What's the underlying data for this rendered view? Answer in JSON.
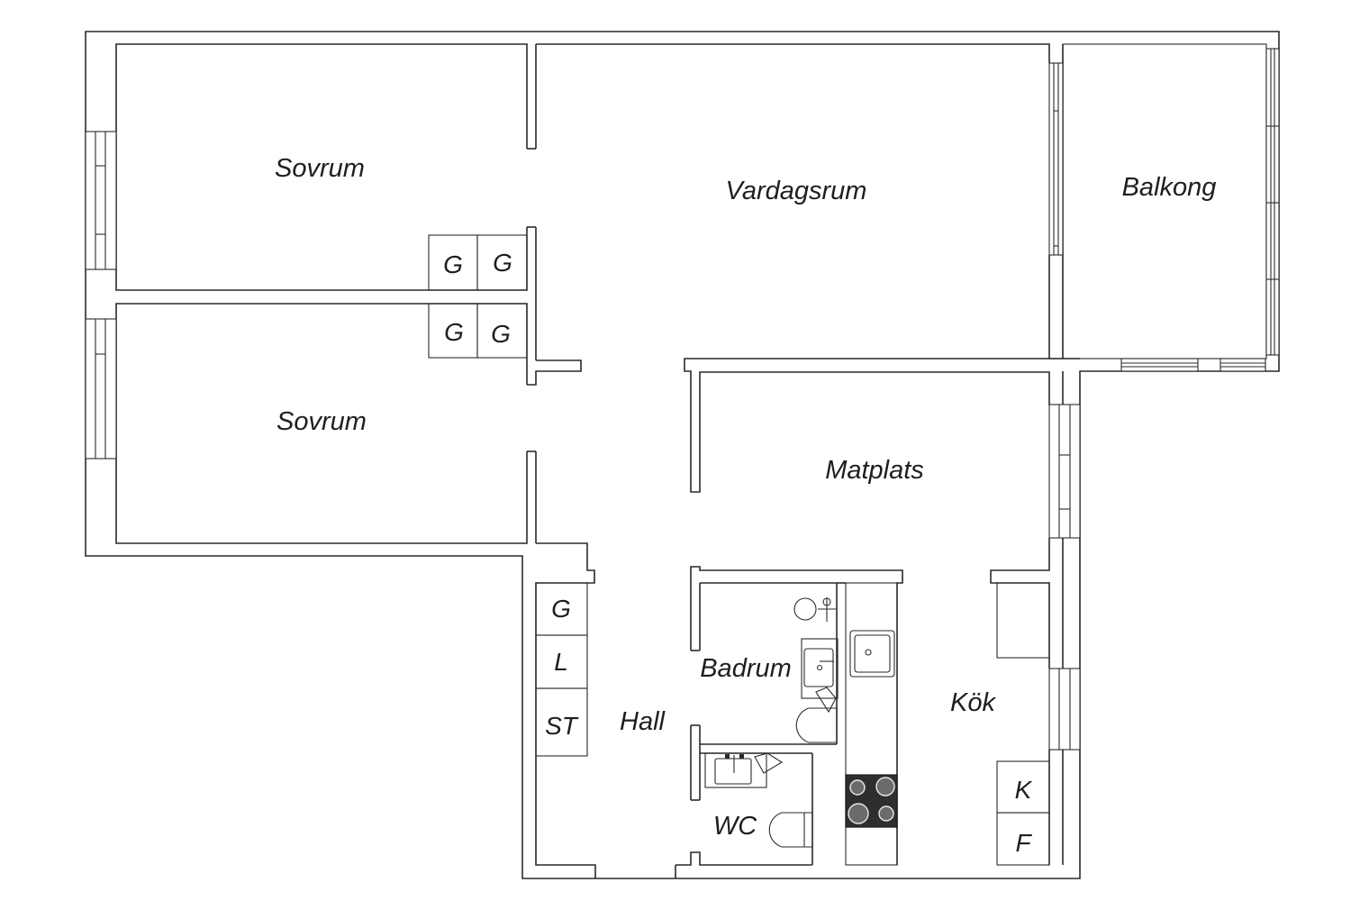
{
  "floorplan": {
    "rooms": {
      "sovrum_upper": "Sovrum",
      "sovrum_lower": "Sovrum",
      "vardagsrum": "Vardagsrum",
      "balkong": "Balkong",
      "matplats": "Matplats",
      "badrum": "Badrum",
      "hall": "Hall",
      "kok": "Kök",
      "wc": "WC"
    },
    "cabinets": {
      "g1": "G",
      "g2": "G",
      "g3": "G",
      "g4": "G",
      "hall_g": "G",
      "hall_l": "L",
      "hall_st": "ST",
      "kok_k": "K",
      "kok_f": "F"
    }
  }
}
